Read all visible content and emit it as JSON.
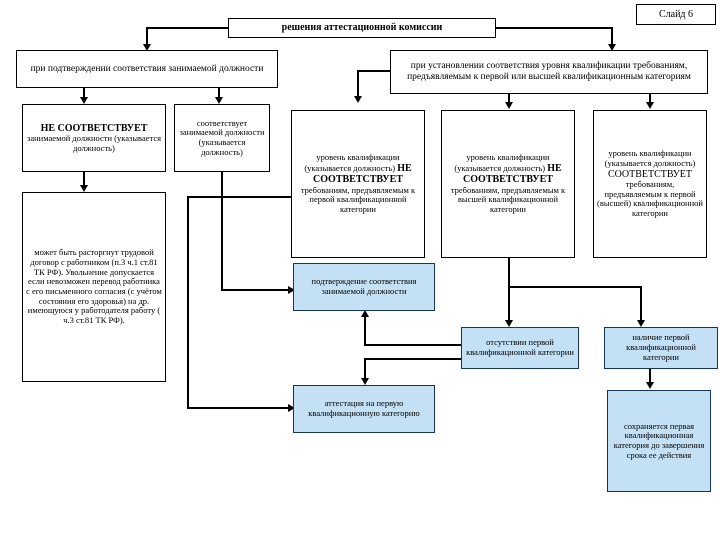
{
  "slide": {
    "tag": "Слайд 6"
  },
  "title": {
    "text": "решения аттестационной комиссии"
  },
  "branches": {
    "left_header": "при подтверждении соответствия занимаемой должности",
    "right_header": "при установлении соответствия уровня квалификации требованиям, предъявляемым к первой или высшей квалификационным категориям"
  },
  "boxes": {
    "not_conform_title": "НЕ СООТВЕТСТВУЕТ",
    "not_conform_body": "занимаемой должности (указывается должность)",
    "conform": "соответствует занимаемой должности (указывается должность)",
    "dismissal": "может быть расторгнут трудовой договор с работником (п.3 ч.1 ст.81 ТК РФ). Увольнение допускается если невозможен перевод работника с его письменного согласия (с учётом состояния его здоровья) на др. имеющуюся у работодателя работу ( ч.3 ст.81 ТК РФ).",
    "q1_pre": "уровень квалификации (указывается должность) ",
    "q1_strong": "НЕ СООТВЕТСТВУЕТ",
    "q1_post": " требованиям, предъявляемым к первой квалификационной категории",
    "q2_pre": "уровень квалификации (указывается должность) ",
    "q2_strong": "НЕ СООТВЕТСТВУЕТ",
    "q2_post": " требованиям, предъявляемым к высшей квалификационной категории",
    "q3_pre": "уровень квалификации (указывается должность) ",
    "q3_strong": "СООТВЕТСТВУЕТ",
    "q3_post": " требованиям, предъявляемым к первой (высшей) квалификационной категории",
    "confirm_position": "подтверждение соответствия занимаемой должности",
    "no_first_category": "отсутствии первой квалификационной категории",
    "has_first_category": "наличие первой квалификационной категории",
    "attestation_first": "аттестация на первую квалификационную категорию",
    "keep_first_category": "сохраняется первая квалификационная категория до завершения срока ее действия"
  },
  "colors": {
    "blue_fill": "#c3e0f5",
    "blue_border": "#16355c",
    "line": "#000000",
    "page_bg": "#ffffff"
  }
}
